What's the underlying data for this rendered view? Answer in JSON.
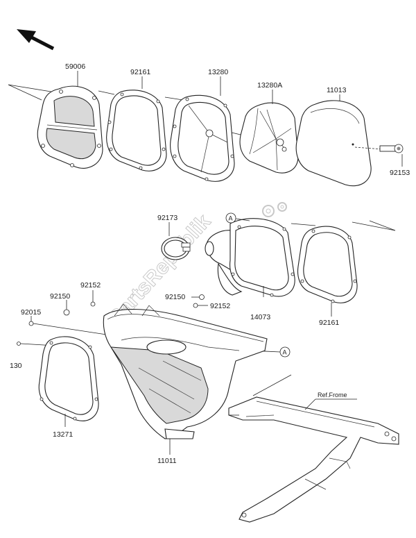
{
  "labels": {
    "p59006": "59006",
    "p92161_top": "92161",
    "p13280": "13280",
    "p13280a": "13280A",
    "p11013": "11013",
    "p92153": "92153",
    "p92173": "92173",
    "p14073": "14073",
    "p92161_mid": "92161",
    "p92150_left": "92150",
    "p92152_left": "92152",
    "p92015": "92015",
    "p130": "130",
    "p92150_mid": "92150",
    "p92152_mid": "92152",
    "p13271": "13271",
    "p11011": "11011",
    "ref_frame": "Ref.Frome",
    "callout_a1": "A",
    "callout_a2": "A"
  },
  "watermark": "PartsRepublik",
  "colors": {
    "line": "#222222",
    "watermark": "#c8c8c8"
  }
}
